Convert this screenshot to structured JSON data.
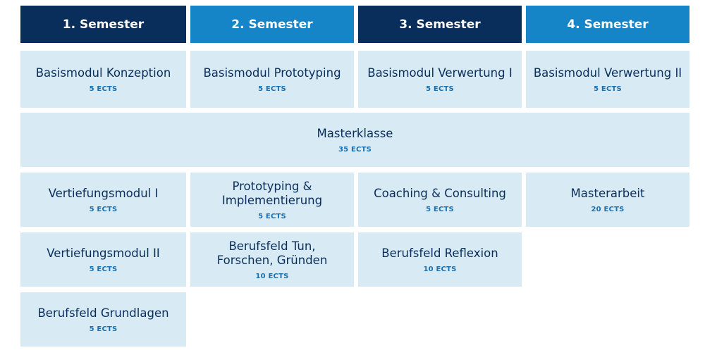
{
  "headers": [
    {
      "label": "1. Semester"
    },
    {
      "label": "2. Semester"
    },
    {
      "label": "3. Semester"
    },
    {
      "label": "4. Semester"
    }
  ],
  "modules": {
    "basismodul_konzeption": {
      "title": "Basismodul Konzeption",
      "ects": "5 ECTS"
    },
    "basismodul_prototyping": {
      "title": "Basismodul Prototyping",
      "ects": "5 ECTS"
    },
    "basismodul_verwertung_1": {
      "title": "Basismodul Verwertung I",
      "ects": "5 ECTS"
    },
    "basismodul_verwertung_2": {
      "title": "Basismodul Verwertung II",
      "ects": "5 ECTS"
    },
    "masterklasse": {
      "title": "Masterklasse",
      "ects": "35 ECTS"
    },
    "vertiefungsmodul_1": {
      "title": "Vertiefungsmodul I",
      "ects": "5 ECTS"
    },
    "prototyping_implementierung": {
      "title": "Prototyping & Implementierung",
      "ects": "5 ECTS"
    },
    "coaching_consulting": {
      "title": "Coaching & Consulting",
      "ects": "5 ECTS"
    },
    "masterarbeit": {
      "title": "Masterarbeit",
      "ects": "20 ECTS"
    },
    "vertiefungsmodul_2": {
      "title": "Vertiefungsmodul II",
      "ects": "5 ECTS"
    },
    "berufsfeld_tun": {
      "title": "Berufsfeld Tun, Forschen, Gründen",
      "ects": "10 ECTS"
    },
    "berufsfeld_reflexion": {
      "title": "Berufsfeld Reflexion",
      "ects": "10 ECTS"
    },
    "berufsfeld_grundlagen": {
      "title": "Berufsfeld Grundlagen",
      "ects": "5 ECTS"
    }
  },
  "colors": {
    "header_dark": "#0a2e5c",
    "header_light": "#1585c8",
    "cell_background": "#d8ebf4",
    "title_text": "#0a2e5c",
    "ects_text": "#1a6fae"
  }
}
